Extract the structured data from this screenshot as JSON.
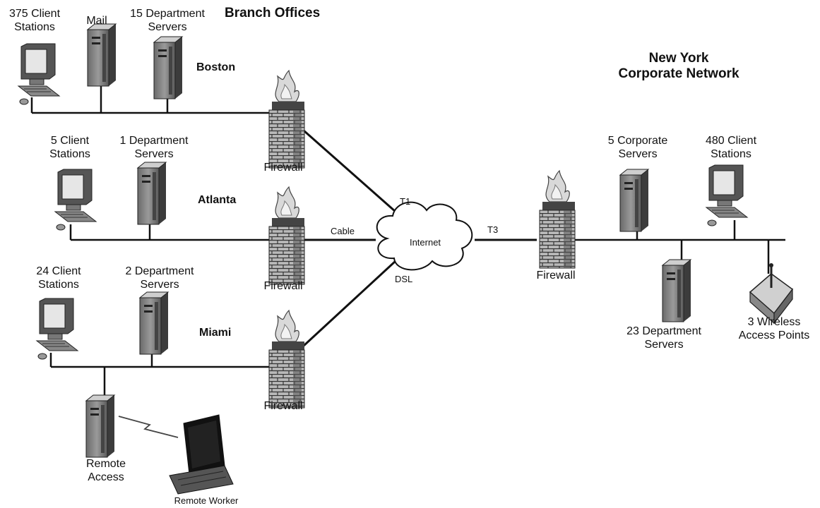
{
  "titles": {
    "branch_offices": "Branch Offices",
    "corporate": "New York\nCorporate Network"
  },
  "sites": {
    "boston": "Boston",
    "atlanta": "Atlanta",
    "miami": "Miami"
  },
  "devices": {
    "boston_clients": "375 Client\nStations",
    "boston_mail": "Mail",
    "boston_servers": "15 Department\nServers",
    "atlanta_clients": "5 Client\nStations",
    "atlanta_servers": "1 Department\nServers",
    "miami_clients": "24 Client\nStations",
    "miami_servers": "2 Department\nServers",
    "remote_access": "Remote\nAccess",
    "remote_worker": "Remote Worker",
    "ny_corp_servers": "5 Corporate\nServers",
    "ny_clients": "480 Client\nStations",
    "ny_dept_servers": "23 Department\nServers",
    "ny_wireless": "3 Wireless\nAccess Points"
  },
  "firewalls": {
    "boston": "Firewall",
    "atlanta": "Firewall",
    "miami": "Firewall",
    "ny": "Firewall"
  },
  "links": {
    "t1": "T1",
    "cable": "Cable",
    "dsl": "DSL",
    "t3": "T3"
  },
  "cloud": {
    "label": "Internet"
  },
  "icons": {
    "workstation": "workstation-icon",
    "server": "server-tower-icon",
    "firewall": "brick-firewall-icon",
    "cloud": "internet-cloud-icon",
    "laptop": "laptop-icon",
    "wireless": "wireless-access-point-icon"
  }
}
